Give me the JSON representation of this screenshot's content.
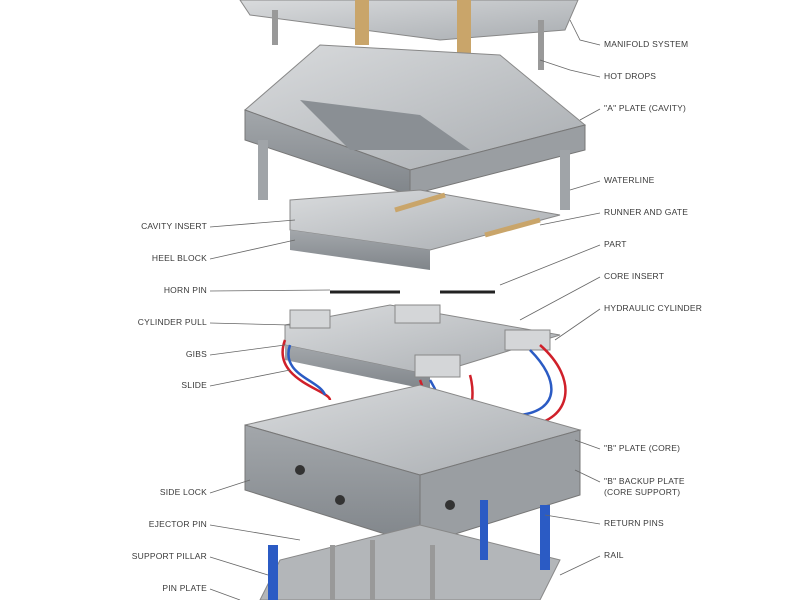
{
  "labels": {
    "right": [
      {
        "id": "manifold-system",
        "text": "MANIFOLD SYSTEM"
      },
      {
        "id": "hot-drops",
        "text": "HOT DROPS"
      },
      {
        "id": "a-plate",
        "text": "\"A\" PLATE (CAVITY)"
      },
      {
        "id": "waterline",
        "text": "WATERLINE"
      },
      {
        "id": "runner-and-gate",
        "text": "RUNNER AND GATE"
      },
      {
        "id": "part",
        "text": "PART"
      },
      {
        "id": "core-insert",
        "text": "CORE INSERT"
      },
      {
        "id": "hydraulic-cylinder",
        "text": "HYDRAULIC CYLINDER"
      },
      {
        "id": "b-plate",
        "text": "\"B\" PLATE (CORE)"
      },
      {
        "id": "b-backup-plate",
        "text": "\"B\" BACKUP PLATE"
      },
      {
        "id": "b-backup-plate-sub",
        "text": "(CORE SUPPORT)"
      },
      {
        "id": "return-pins",
        "text": "RETURN PINS"
      },
      {
        "id": "rail",
        "text": "RAIL"
      }
    ],
    "left": [
      {
        "id": "cavity-insert",
        "text": "CAVITY INSERT"
      },
      {
        "id": "heel-block",
        "text": "HEEL BLOCK"
      },
      {
        "id": "horn-pin",
        "text": "HORN PIN"
      },
      {
        "id": "cylinder-pull",
        "text": "CYLINDER PULL"
      },
      {
        "id": "gibs",
        "text": "GIBS"
      },
      {
        "id": "slide",
        "text": "SLIDE"
      },
      {
        "id": "side-lock",
        "text": "SIDE LOCK"
      },
      {
        "id": "ejector-pin",
        "text": "EJECTOR PIN"
      },
      {
        "id": "support-pillar",
        "text": "SUPPORT PILLAR"
      },
      {
        "id": "pin-plate",
        "text": "PIN PLATE"
      }
    ]
  },
  "colors": {
    "steel": "#b9bcbf",
    "steel_dark": "#8e9296",
    "steel_light": "#d6d8da",
    "hose_red": "#d0202a",
    "hose_blue": "#2b5bc4",
    "brass": "#c9a56a"
  }
}
